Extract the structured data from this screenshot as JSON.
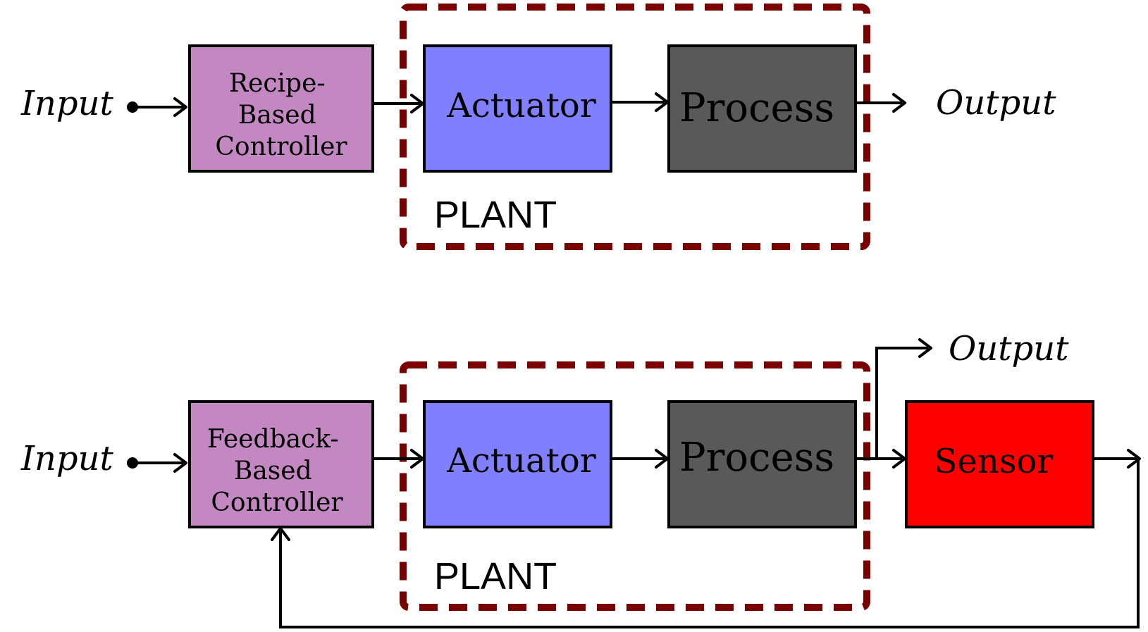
{
  "colors": {
    "controller": "#c387c2",
    "actuator": "#8080ff",
    "process": "#595959",
    "sensor": "#ff0000",
    "plant_frame": "#7a0000"
  },
  "top": {
    "input": "Input",
    "controller": [
      "Recipe-",
      "Based",
      "Controller"
    ],
    "actuator": "Actuator",
    "process": "Process",
    "output": "Output",
    "plant": "PLANT"
  },
  "bottom": {
    "input": "Input",
    "controller": [
      "Feedback-",
      "Based",
      "Controller"
    ],
    "actuator": "Actuator",
    "process": "Process",
    "sensor": "Sensor",
    "output": "Output",
    "plant": "PLANT"
  }
}
